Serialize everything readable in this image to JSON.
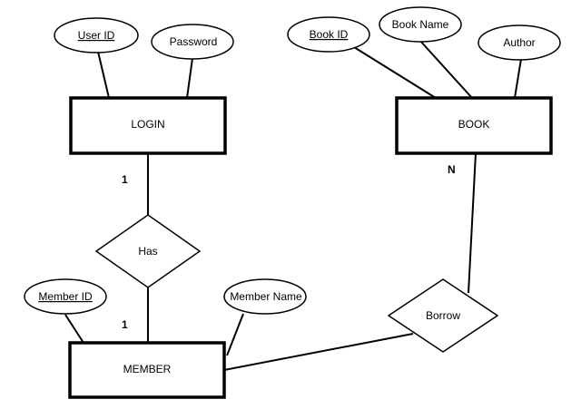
{
  "entities": {
    "login": "LOGIN",
    "book": "BOOK",
    "member": "MEMBER"
  },
  "relationships": {
    "has": "Has",
    "borrow": "Borrow"
  },
  "attributes": {
    "user_id": "User ID",
    "password": "Password",
    "book_id": "Book ID",
    "book_name": "Book Name",
    "author": "Author",
    "member_id": "Member ID",
    "member_name": "Member Name"
  },
  "cardinality": {
    "login_has": "1",
    "member_has": "1",
    "book_borrow": "N"
  },
  "key_attributes": [
    "user_id",
    "book_id",
    "member_id"
  ]
}
